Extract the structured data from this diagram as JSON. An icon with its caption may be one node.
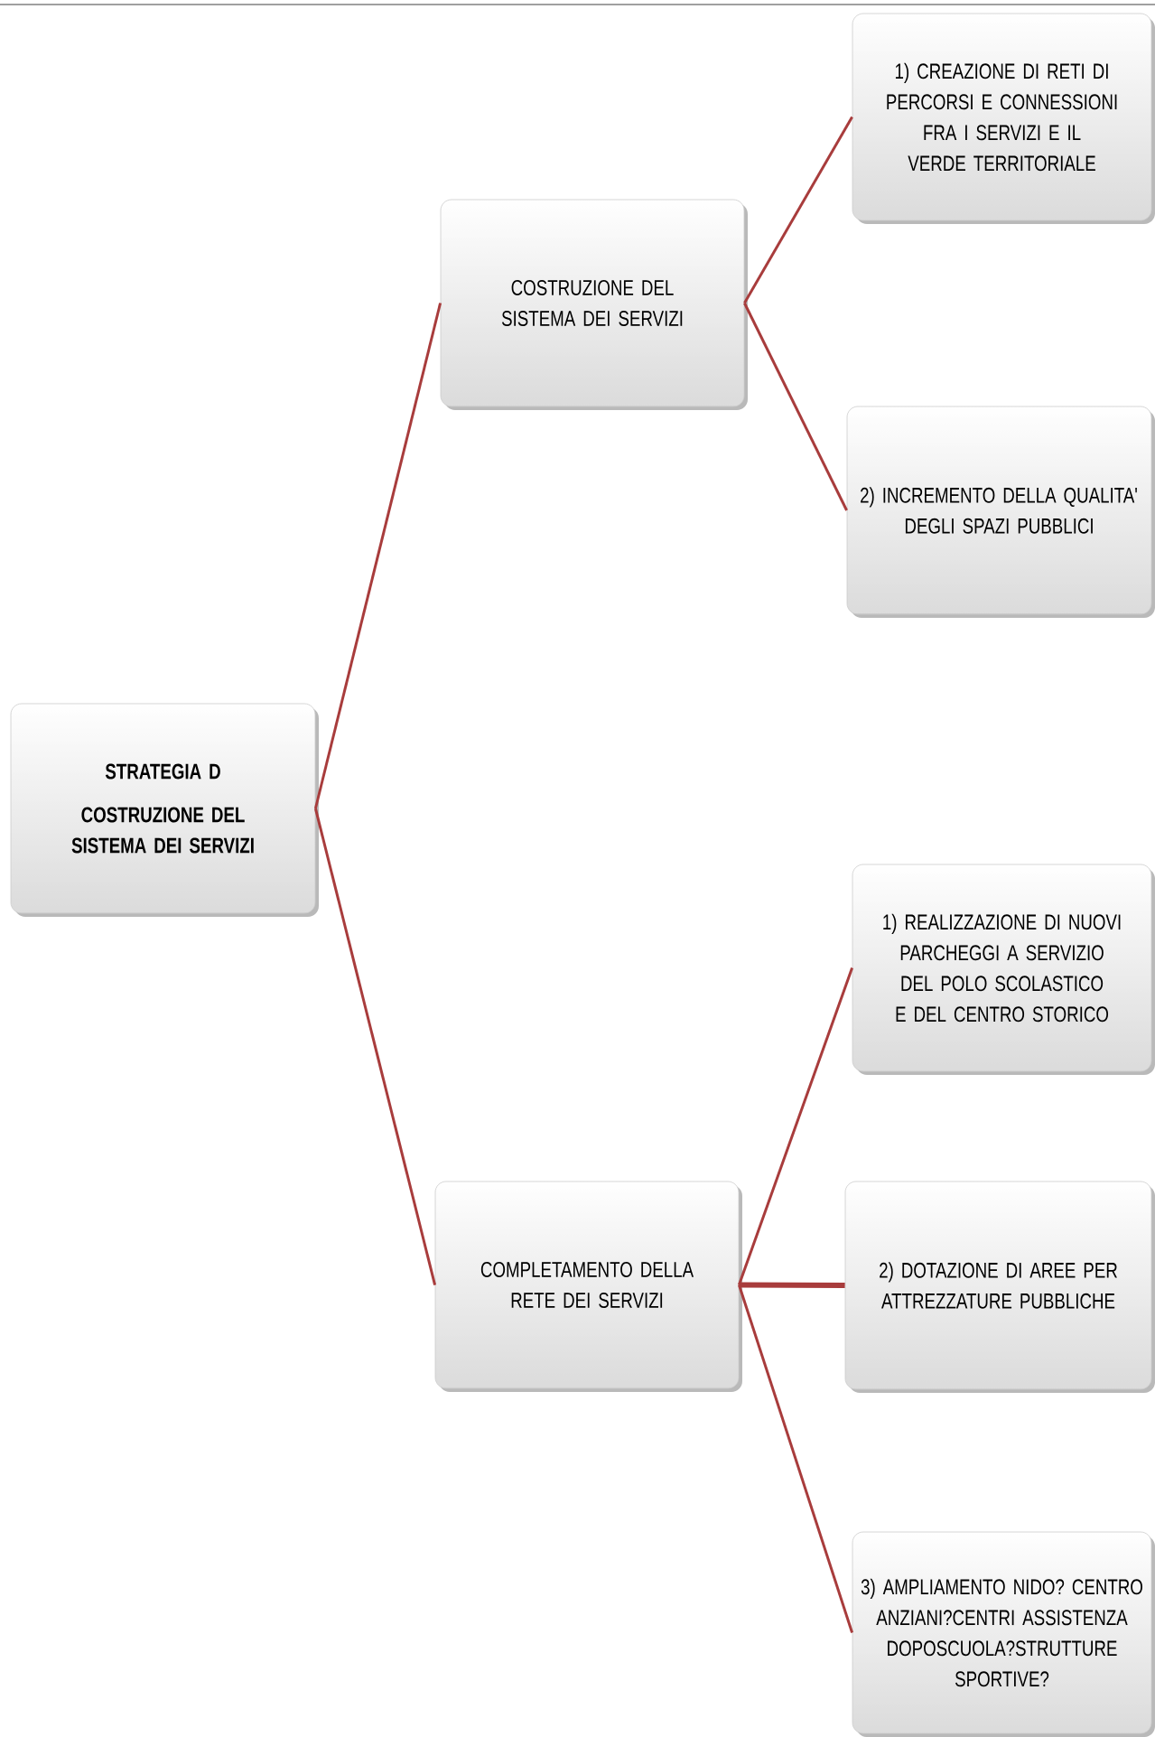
{
  "diagram": {
    "nodes": [
      {
        "text": [
          "STRATEGIA D",
          "COSTRUZIONE DEL SISTEMA DEI SERVIZI"
        ]
      },
      {
        "text": [
          "COSTRUZIONE DEL SISTEMA DEI SERVIZI"
        ]
      },
      {
        "text": [
          "1) CREAZIONE DI RETI DI PERCORSI E CONNESSIONI FRA I SERVIZI E IL VERDE TERRITORIALE"
        ]
      },
      {
        "text": [
          "2) INCREMENTO DELLA QUALITA' DEGLI SPAZI PUBBLICI"
        ]
      },
      {
        "text": [
          "COMPLETAMENTO DELLA RETE DEI SERVIZI"
        ]
      },
      {
        "text": [
          "1) REALIZZAZIONE DI NUOVI PARCHEGGI A SERVIZIO DEL POLO SCOLASTICO E DEL CENTRO STORICO"
        ]
      },
      {
        "text": [
          "2) DOTAZIONE DI AREE PER ATTREZZATURE PUBBLICHE"
        ]
      },
      {
        "text": [
          "3) AMPLIAMENTO NIDO? CENTRO ANZIANI?CENTRI ASSISTENZA DOPOSCUOLA?STRUTTURE SPORTIVE?"
        ]
      }
    ],
    "edges": [
      {
        "from": 0,
        "to": 1,
        "arrow": "none"
      },
      {
        "from": 1,
        "to": 2,
        "arrow": "none"
      },
      {
        "from": 1,
        "to": 3,
        "arrow": "none"
      },
      {
        "from": 0,
        "to": 4,
        "arrow": "none"
      },
      {
        "from": 4,
        "to": 5,
        "arrow": "none"
      },
      {
        "from": 4,
        "to": 6,
        "arrow": "none",
        "style": "thick"
      },
      {
        "from": 4,
        "to": 7,
        "arrow": "none"
      }
    ]
  }
}
